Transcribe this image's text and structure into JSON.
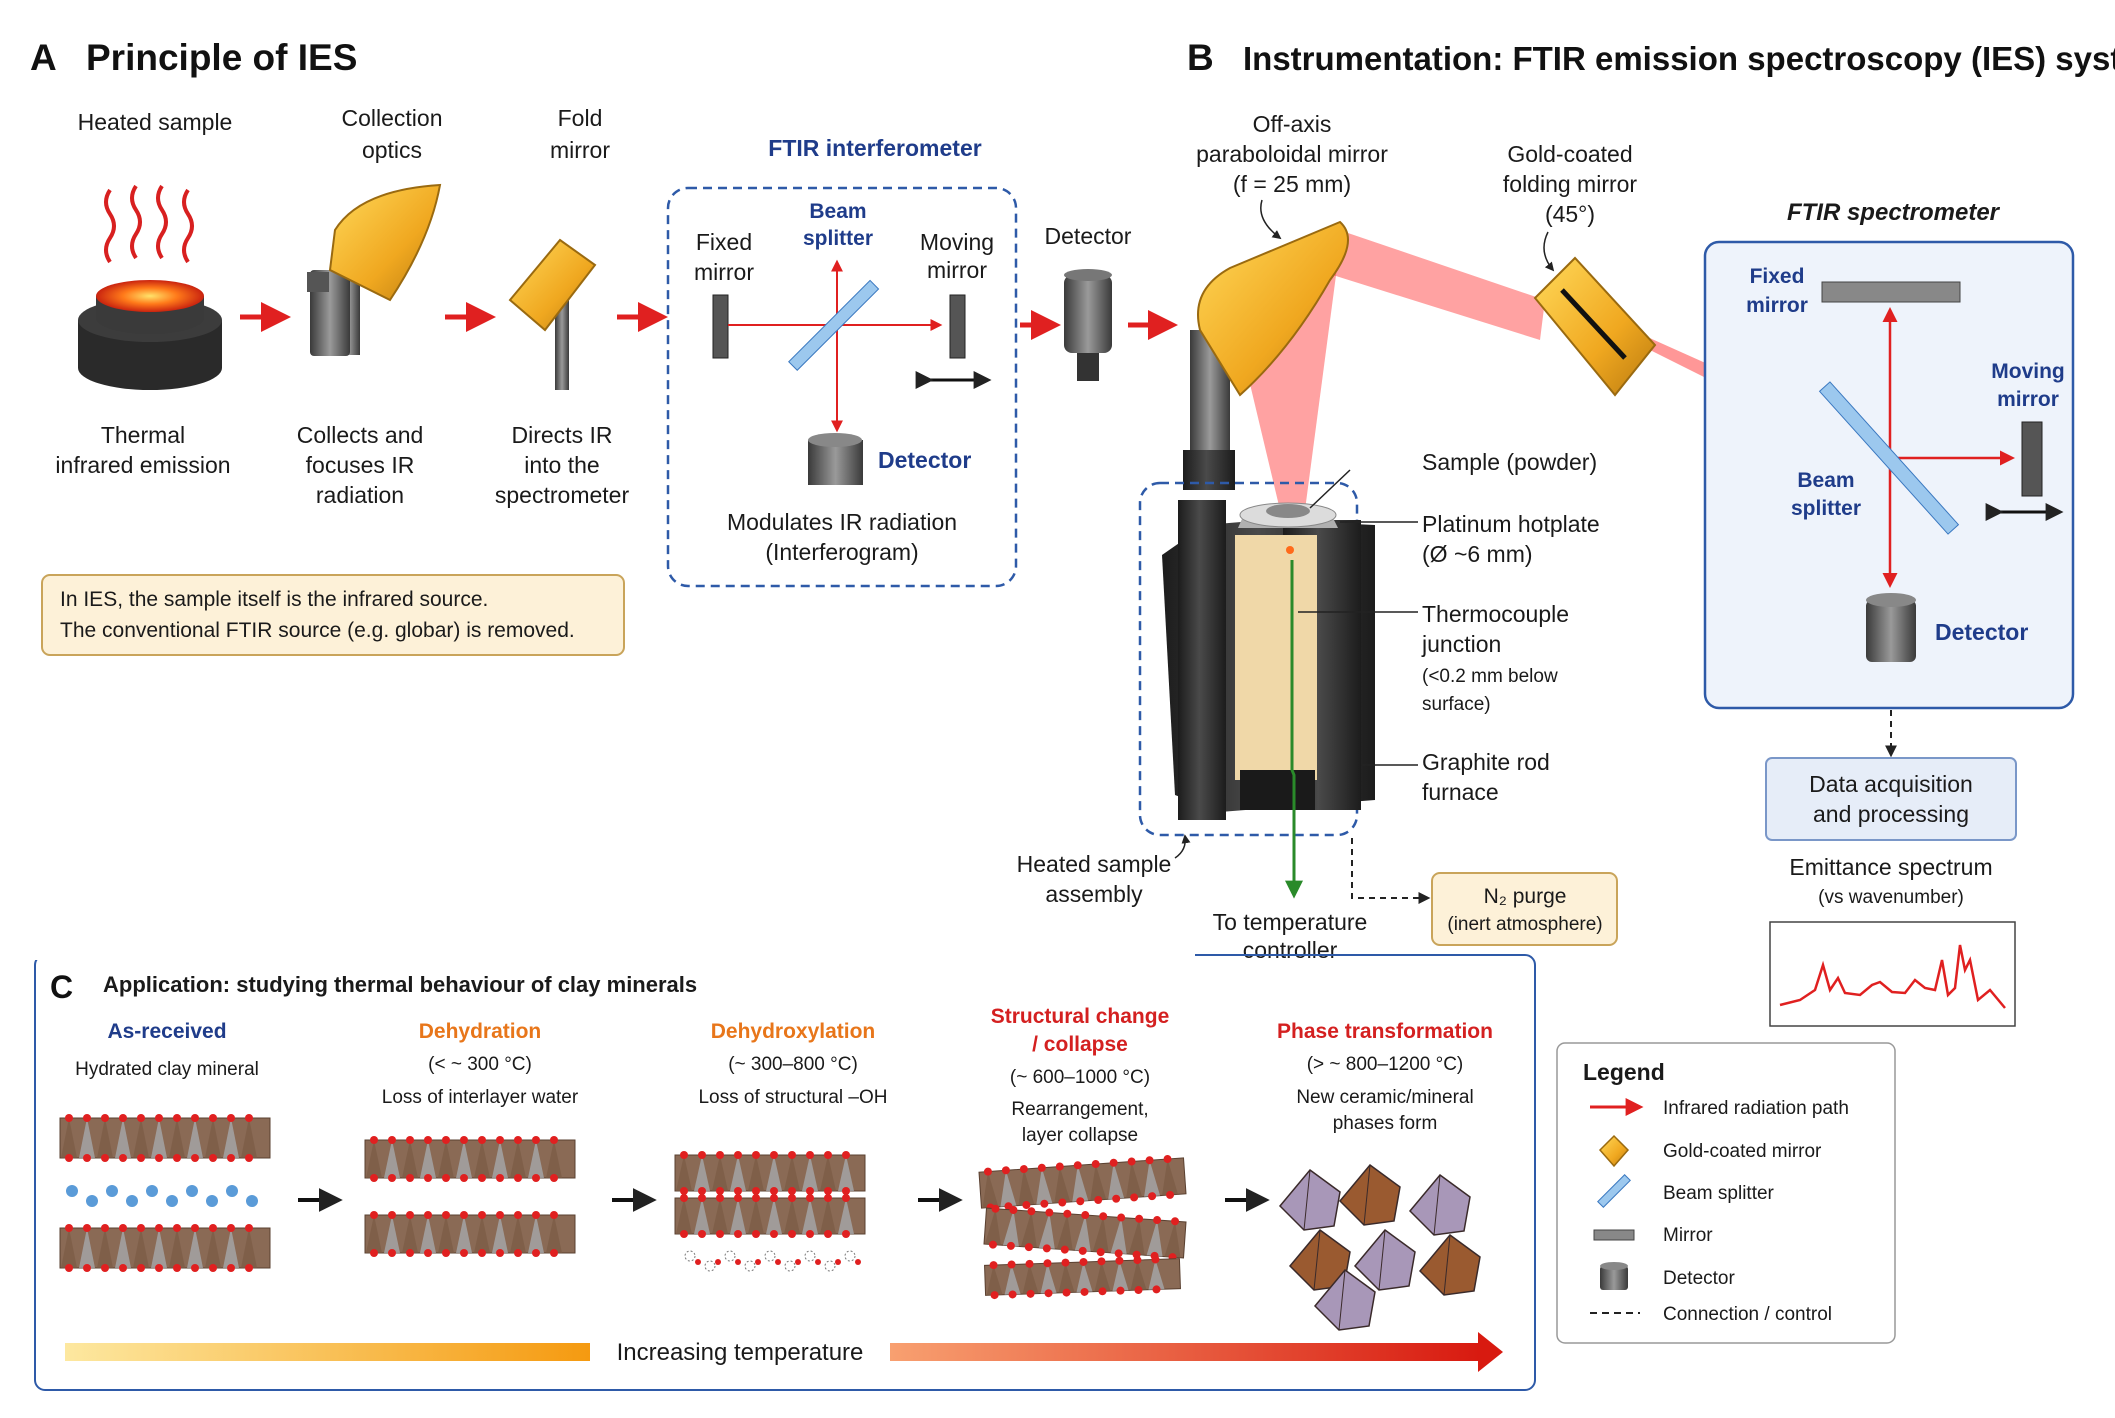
{
  "panel_a": {
    "letter": "A",
    "title": "Principle of IES",
    "stages": [
      {
        "top": [
          "Heated sample"
        ],
        "bottom": [
          "Thermal",
          "infrared emission"
        ]
      },
      {
        "top": [
          "Collection",
          "optics"
        ],
        "bottom": [
          "Collects and",
          "focuses IR",
          "radiation"
        ]
      },
      {
        "top": [
          "Fold",
          "mirror"
        ],
        "bottom": [
          "Directs IR",
          "into the",
          "spectrometer"
        ]
      }
    ],
    "interferometer": {
      "title": "FTIR interferometer",
      "fixed_mirror": [
        "Fixed",
        "mirror"
      ],
      "beam_splitter": [
        "Beam",
        "splitter"
      ],
      "moving_mirror": [
        "Moving",
        "mirror"
      ],
      "detector": "Detector",
      "caption": [
        "Modulates IR radiation",
        "(Interferogram)"
      ]
    },
    "detector_label": "Detector",
    "note": [
      "In IES, the sample itself is the infrared source.",
      "The conventional FTIR source (e.g. globar) is removed."
    ]
  },
  "panel_b": {
    "letter": "B",
    "title": "Instrumentation: FTIR emission spectroscopy (IES) system",
    "paraboloid": [
      "Off-axis",
      "paraboloidal mirror",
      "(f = 25 mm)"
    ],
    "folding": [
      "Gold-coated",
      "folding mirror",
      "(45°)"
    ],
    "spectrometer_title": "FTIR spectrometer",
    "fixed_mirror": [
      "Fixed",
      "mirror"
    ],
    "moving_mirror": [
      "Moving",
      "mirror"
    ],
    "beam_splitter": [
      "Beam",
      "splitter"
    ],
    "detector": "Detector",
    "sample": "Sample (powder)",
    "hotplate": [
      "Platinum hotplate",
      "(Ø ~6 mm)"
    ],
    "thermocouple": [
      "Thermocouple",
      "junction",
      "(<0.2 mm below",
      "surface)"
    ],
    "furnace": [
      "Graphite rod",
      "furnace"
    ],
    "assembly": [
      "Heated sample",
      "assembly"
    ],
    "controller": [
      "To temperature",
      "controller"
    ],
    "purge": [
      "N₂ purge",
      "(inert atmosphere)"
    ],
    "data_box": [
      "Data acquisition",
      "and processing"
    ],
    "spectrum_label": [
      "Emittance spectrum",
      "(vs wavenumber)"
    ]
  },
  "panel_c": {
    "letter": "C",
    "title": "Application: studying thermal behaviour of clay minerals",
    "stages": [
      {
        "name": [
          "As-received"
        ],
        "temp": "",
        "desc": [
          "Hydrated clay mineral"
        ],
        "color": "#1f3c8a"
      },
      {
        "name": [
          "Dehydration"
        ],
        "temp": "(< ~ 300 °C)",
        "desc": [
          "Loss of interlayer water"
        ],
        "color": "#e8761a"
      },
      {
        "name": [
          "Dehydroxylation"
        ],
        "temp": "(~ 300–800 °C)",
        "desc": [
          "Loss of structural –OH"
        ],
        "color": "#e8761a"
      },
      {
        "name": [
          "Structural change",
          "/ collapse"
        ],
        "temp": "(~ 600–1000 °C)",
        "desc": [
          "Rearrangement,",
          "layer collapse"
        ],
        "color": "#d42020"
      },
      {
        "name": [
          "Phase transformation"
        ],
        "temp": "(> ~ 800–1200 °C)",
        "desc": [
          "New ceramic/mineral",
          "phases form"
        ],
        "color": "#d42020"
      }
    ],
    "temperature_label": "Increasing temperature"
  },
  "legend": {
    "title": "Legend",
    "items": [
      {
        "label": "Infrared radiation path",
        "icon": "red-arrow-icon"
      },
      {
        "label": "Gold-coated mirror",
        "icon": "gold-mirror-icon"
      },
      {
        "label": "Beam splitter",
        "icon": "beam-splitter-icon"
      },
      {
        "label": "Mirror",
        "icon": "mirror-icon"
      },
      {
        "label": "Detector",
        "icon": "detector-icon"
      },
      {
        "label": "Connection / control",
        "icon": "dashed-line-icon"
      }
    ]
  },
  "colors": {
    "ir_red": "#e02020",
    "gold": "#f0b020",
    "frame_blue": "#2e5aa8",
    "title_blue": "#1f3c8a",
    "note_bg": "#fdf1d8",
    "spectrometer_bg": "#eef3fb"
  }
}
